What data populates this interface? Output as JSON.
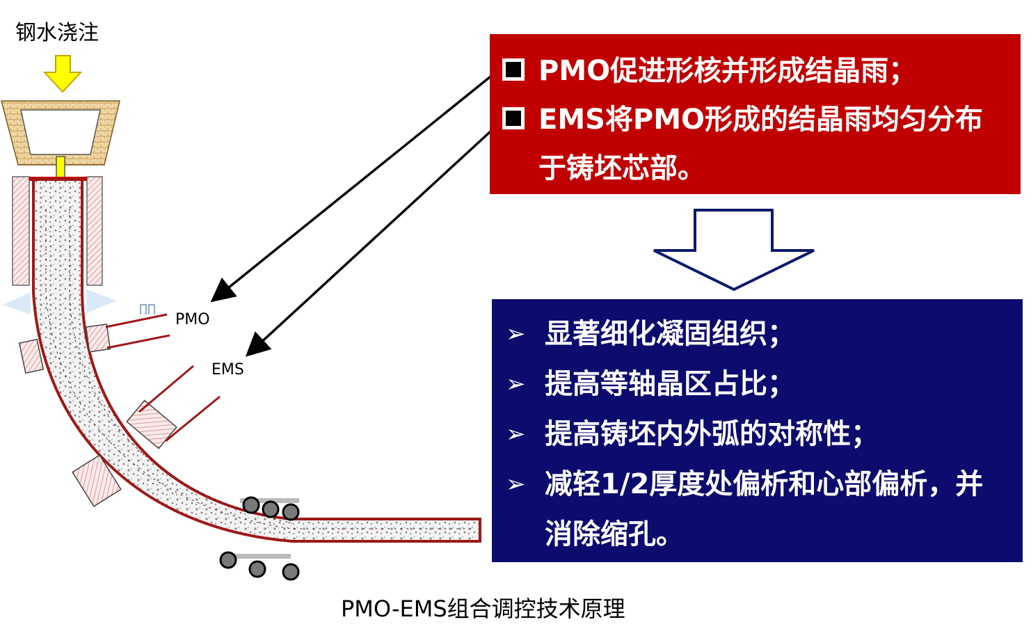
{
  "pour_label": "钢水浇注",
  "caption": "PMO-EMS组合调控技术原理",
  "diagram_labels": {
    "pmo": "PMO",
    "ems": "EMS"
  },
  "red_box": {
    "items": [
      "PMO促进形核并形成结晶雨；",
      "EMS将PMO形成的结晶雨均匀分布于铸坯芯部。"
    ]
  },
  "blue_box": {
    "items": [
      "显著细化凝固组织；",
      "提高等轴晶区占比；",
      "提高铸坯内外弧的对称性；",
      "减轻1/2厚度处偏析和心部偏析，并消除缩孔。"
    ]
  },
  "colors": {
    "red_box": "#c00000",
    "blue_box": "#0c0c6e",
    "arrow_fill": "#ffff00",
    "strand_shell": "#a01818",
    "brick": "#e9c98d"
  }
}
